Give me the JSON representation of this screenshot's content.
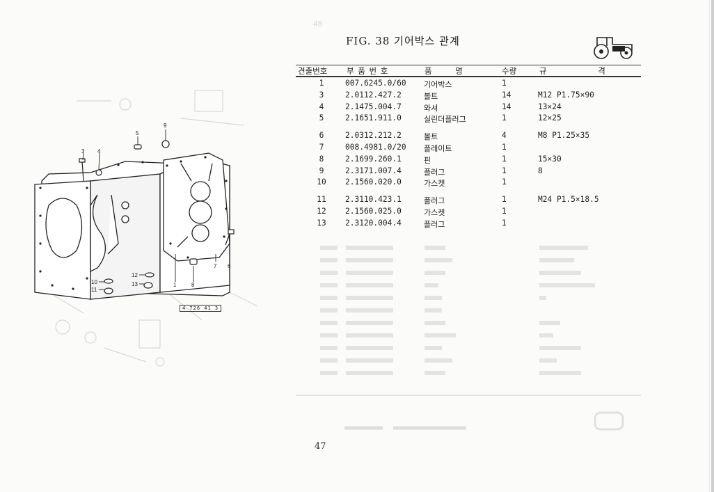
{
  "header": {
    "top_mark": "48",
    "title": "FIG. 38 기어박스 관계"
  },
  "icons": {
    "tractor": "tractor-icon"
  },
  "table": {
    "columns": [
      "견출번호",
      "부 품 번 호",
      "품 명",
      "수량",
      "규 격"
    ],
    "rows": [
      {
        "no": "1",
        "part": "007.6245.0/60",
        "name": "기어박스",
        "qty": "1",
        "spec": ""
      },
      {
        "no": "3",
        "part": "2.0112.427.2",
        "name": "볼트",
        "qty": "14",
        "spec": "M12 P1.75×90"
      },
      {
        "no": "4",
        "part": "2.1475.004.7",
        "name": "와셔",
        "qty": "14",
        "spec": "13×24"
      },
      {
        "no": "5",
        "part": "2.1651.911.0",
        "name": "실린더플러그",
        "qty": "1",
        "spec": "12×25"
      },
      {
        "no": "6",
        "part": "2.0312.212.2",
        "name": "볼트",
        "qty": "4",
        "spec": "M8 P1.25×35"
      },
      {
        "no": "7",
        "part": "008.4981.0/20",
        "name": "플레이트",
        "qty": "1",
        "spec": ""
      },
      {
        "no": "8",
        "part": "2.1699.260.1",
        "name": "핀",
        "qty": "1",
        "spec": "15×30"
      },
      {
        "no": "9",
        "part": "2.3171.007.4",
        "name": "플러그",
        "qty": "1",
        "spec": "8"
      },
      {
        "no": "10",
        "part": "2.1560.020.0",
        "name": "가스켓",
        "qty": "1",
        "spec": ""
      },
      {
        "no": "11",
        "part": "2.3110.423.1",
        "name": "플러그",
        "qty": "1",
        "spec": "M24 P1.5×18.5"
      },
      {
        "no": "12",
        "part": "2.1560.025.0",
        "name": "가스켓",
        "qty": "1",
        "spec": ""
      },
      {
        "no": "13",
        "part": "2.3120.004.4",
        "name": "플러그",
        "qty": "1",
        "spec": ""
      }
    ]
  },
  "figure": {
    "callouts": [
      "9",
      "5",
      "3",
      "4",
      "7",
      "6",
      "1",
      "8",
      "12",
      "13",
      "10",
      "11"
    ],
    "code": "4 726 41 3"
  },
  "page_number": "47"
}
